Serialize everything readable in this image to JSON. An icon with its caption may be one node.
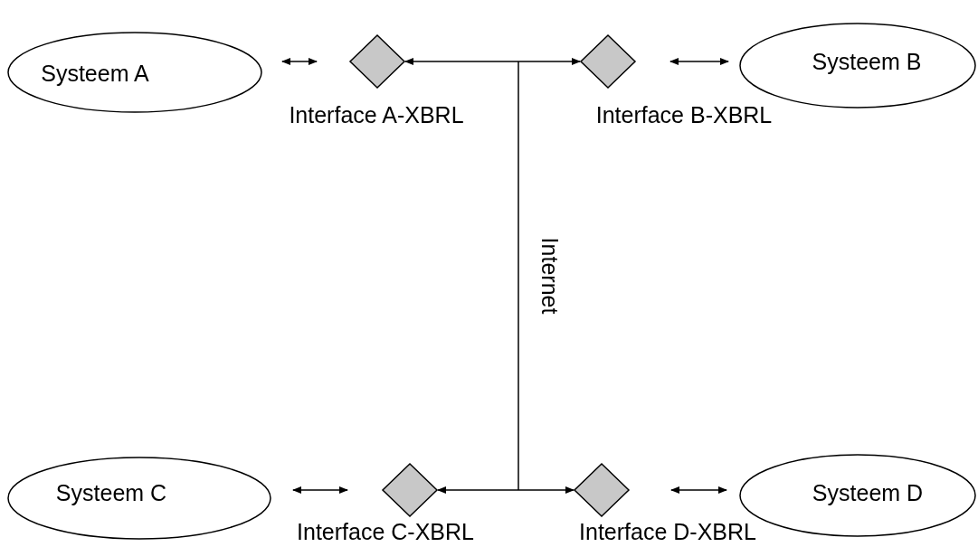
{
  "diagram": {
    "nodes": [
      {
        "text": [
          "Systeem A"
        ]
      },
      {
        "text": [
          "Interface A-XBRL"
        ]
      },
      {
        "text": [
          "Interface B-XBRL"
        ]
      },
      {
        "text": [
          "Systeem B"
        ]
      },
      {
        "text": [
          "Systeem C"
        ]
      },
      {
        "text": [
          "Interface C-XBRL"
        ]
      },
      {
        "text": [
          "Interface D-XBRL"
        ]
      },
      {
        "text": [
          "Systeem D"
        ]
      }
    ],
    "edges": [
      {
        "from": 0,
        "to": 1,
        "arrow": "both"
      },
      {
        "from": 1,
        "to": 2,
        "arrow": "both"
      },
      {
        "from": 2,
        "to": 3,
        "arrow": "both"
      },
      {
        "from": 4,
        "to": 5,
        "arrow": "both"
      },
      {
        "from": 5,
        "to": 6,
        "arrow": "both"
      },
      {
        "from": 6,
        "to": 7,
        "arrow": "both"
      }
    ],
    "labels": [
      "Internet"
    ]
  }
}
